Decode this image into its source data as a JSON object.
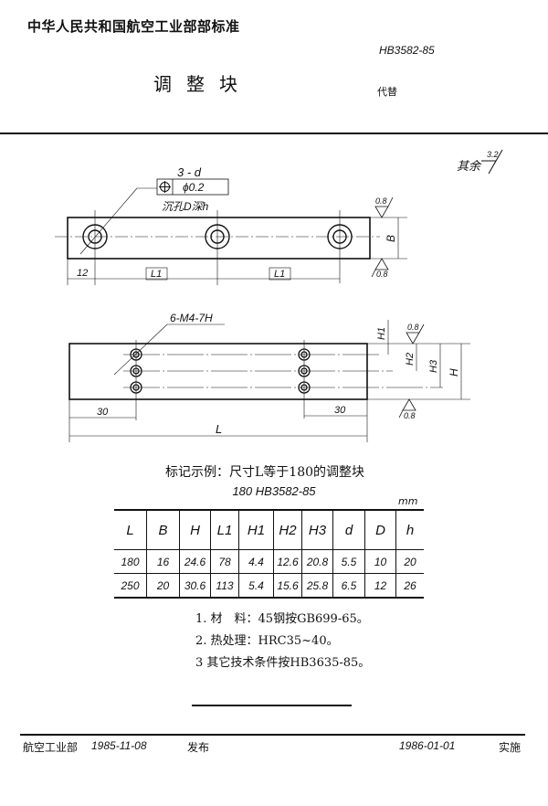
{
  "header": {
    "org_title": "中华人民共和国航空工业部部标准",
    "standard_number": "HB3582-85",
    "doc_title": "调整块",
    "replaces_label": "代替"
  },
  "drawing_top": {
    "hole_count_label": "3 - d",
    "position_tolerance": "ϕ0.2",
    "counterbore_note": "沉孔D深h",
    "dim_edge": "12",
    "dim_pitch_1": "L1",
    "dim_pitch_2": "L1",
    "dim_width": "B",
    "roughness_top": "0.8",
    "roughness_bottom": "0.8",
    "general_roughness_label": "其余",
    "general_roughness_value": "3.2"
  },
  "drawing_bottom": {
    "thread_note": "6-M4-7H",
    "dim_left": "30",
    "dim_right": "30",
    "dim_length": "L",
    "dim_h1": "H1",
    "dim_h2": "H2",
    "dim_h3": "H3",
    "dim_h": "H",
    "roughness_top": "0.8",
    "roughness_bottom": "0.8"
  },
  "marking_example": {
    "title": "标记示例：尺寸L等于180的调整块",
    "code": "180   HB3582-85"
  },
  "table": {
    "unit": "mm",
    "headers": [
      "L",
      "B",
      "H",
      "L1",
      "H1",
      "H2",
      "H3",
      "d",
      "D",
      "h"
    ],
    "rows": [
      [
        "180",
        "16",
        "24.6",
        "78",
        "4.4",
        "12.6",
        "20.8",
        "5.5",
        "10",
        "20"
      ],
      [
        "250",
        "20",
        "30.6",
        "113",
        "5.4",
        "15.6",
        "25.8",
        "6.5",
        "12",
        "26"
      ]
    ]
  },
  "notes": [
    "1.  材　料：45钢按GB699-65。",
    "2.  热处理：HRC35~40。",
    "3   其它技术条件按HB3635-85。"
  ],
  "footer": {
    "issuer": "航空工业部",
    "issue_date": "1985-11-08",
    "issued_label": "发布",
    "effective_date": "1986-01-01",
    "effective_label": "实施"
  }
}
